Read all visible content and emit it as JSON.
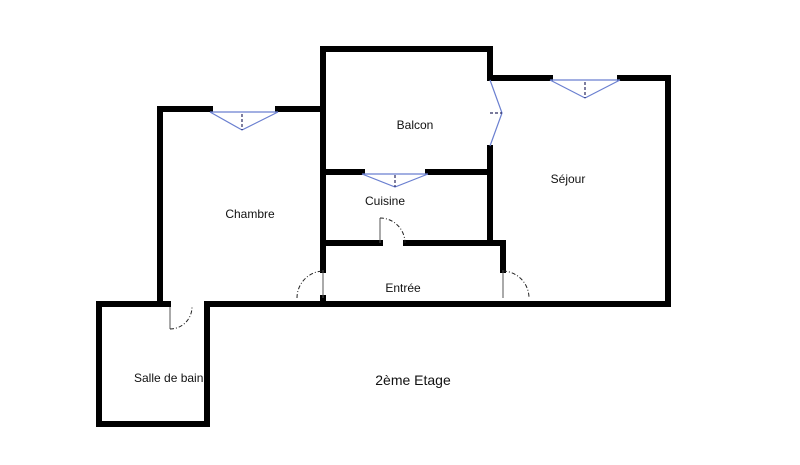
{
  "rooms": {
    "balcon": "Balcon",
    "sejour": "Séjour",
    "chambre": "Chambre",
    "cuisine": "Cuisine",
    "entree": "Entrée",
    "salle_de_bain": "Salle de bain"
  },
  "floor_label": "2ème Etage",
  "colors": {
    "wall": "#000000",
    "window": "#6a7fd0",
    "background": "#ffffff"
  }
}
